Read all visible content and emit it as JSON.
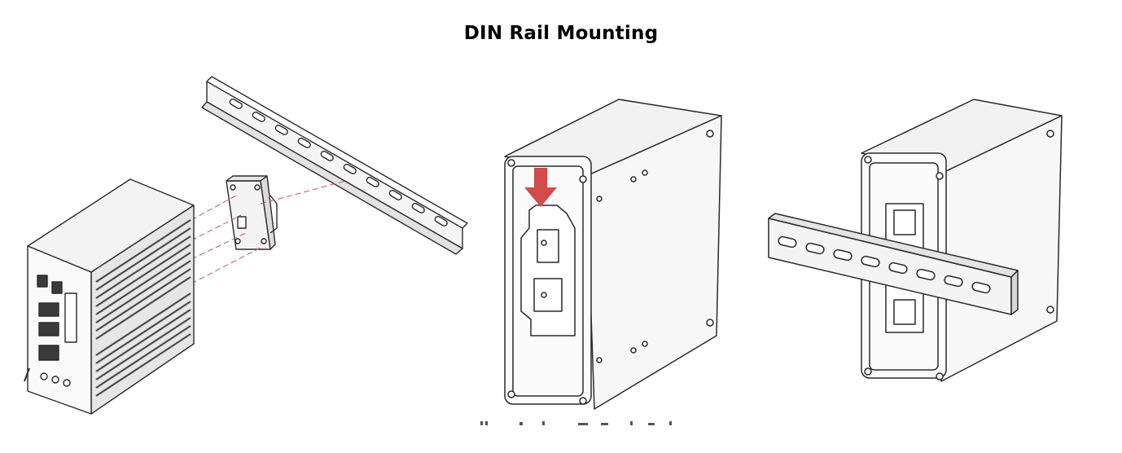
{
  "title": "DIN Rail Mounting",
  "colors": {
    "line": "#2a2a2a",
    "fill": "#f2f2f2",
    "shade": "#d9d9d9",
    "arrow": "#d24a4a",
    "guide": "#d05050"
  },
  "figures": [
    {
      "name": "step-1-attach-clip"
    },
    {
      "name": "step-2-hook-onto-rail"
    },
    {
      "name": "step-3-mounted-on-rail"
    }
  ]
}
